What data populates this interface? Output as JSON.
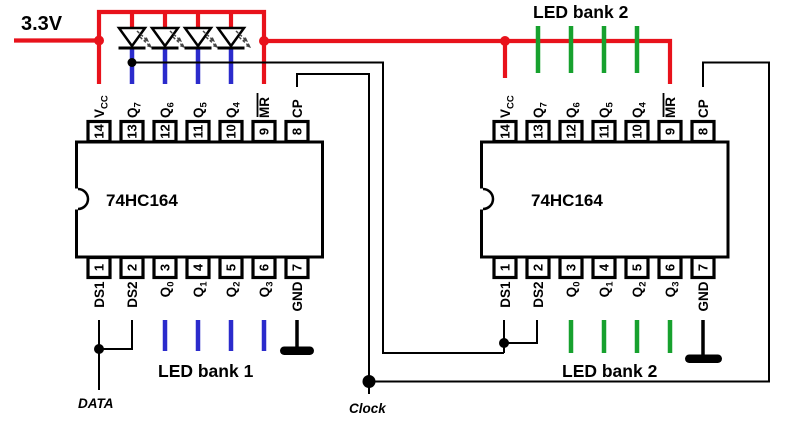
{
  "colors": {
    "red": "#e8121b",
    "blue": "#2b2bcc",
    "green": "#17a12e",
    "black": "#000000"
  },
  "labels": {
    "supply_voltage": "3.3V",
    "led_bank2_top": "LED bank 2",
    "led_bank1_bottom": "LED bank 1",
    "led_bank2_bottom": "LED bank 2",
    "data_signal": "DATA",
    "clock_signal": "Clock"
  },
  "chips": [
    {
      "name": "74HC164",
      "top_pins": [
        {
          "num": "14",
          "label": "V",
          "sub": "CC"
        },
        {
          "num": "13",
          "label": "Q",
          "sub": "7"
        },
        {
          "num": "12",
          "label": "Q",
          "sub": "6"
        },
        {
          "num": "11",
          "label": "Q",
          "sub": "5"
        },
        {
          "num": "10",
          "label": "Q",
          "sub": "4"
        },
        {
          "num": "9",
          "label": "MR",
          "overline": true
        },
        {
          "num": "8",
          "label": "CP"
        }
      ],
      "bottom_pins": [
        {
          "num": "1",
          "label": "DS1"
        },
        {
          "num": "2",
          "label": "DS2"
        },
        {
          "num": "3",
          "label": "Q",
          "sub": "0"
        },
        {
          "num": "4",
          "label": "Q",
          "sub": "1"
        },
        {
          "num": "5",
          "label": "Q",
          "sub": "2"
        },
        {
          "num": "6",
          "label": "Q",
          "sub": "3"
        },
        {
          "num": "7",
          "label": "GND"
        }
      ]
    },
    {
      "name": "74HC164",
      "top_pins": [
        {
          "num": "14",
          "label": "V",
          "sub": "CC"
        },
        {
          "num": "13",
          "label": "Q",
          "sub": "7"
        },
        {
          "num": "12",
          "label": "Q",
          "sub": "6"
        },
        {
          "num": "11",
          "label": "Q",
          "sub": "5"
        },
        {
          "num": "10",
          "label": "Q",
          "sub": "4"
        },
        {
          "num": "9",
          "label": "MR",
          "overline": true
        },
        {
          "num": "8",
          "label": "CP"
        }
      ],
      "bottom_pins": [
        {
          "num": "1",
          "label": "DS1"
        },
        {
          "num": "2",
          "label": "DS2"
        },
        {
          "num": "3",
          "label": "Q",
          "sub": "0"
        },
        {
          "num": "4",
          "label": "Q",
          "sub": "1"
        },
        {
          "num": "5",
          "label": "Q",
          "sub": "2"
        },
        {
          "num": "6",
          "label": "Q",
          "sub": "3"
        },
        {
          "num": "7",
          "label": "GND"
        }
      ]
    }
  ]
}
